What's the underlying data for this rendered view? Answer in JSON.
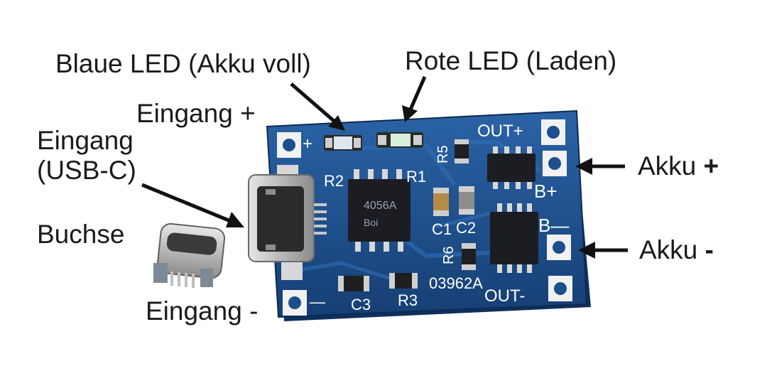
{
  "labels": {
    "blue_led": "Blaue LED (Akku voll)",
    "red_led": "Rote LED (Laden)",
    "input_plus": "Eingang +",
    "input_usb_line1": "Eingang",
    "input_usb_line2": "(USB-C)",
    "socket": "Buchse",
    "input_minus": "Eingang -",
    "akku_plus_text": "Akku",
    "akku_plus_sign": "+",
    "akku_minus_text": "Akku",
    "akku_minus_sign": "-"
  },
  "silkscreen": {
    "out_plus": "OUT+",
    "out_minus": "OUT-",
    "b_plus": "B+",
    "b_minus": "B—",
    "r1": "R1",
    "r2": "R2",
    "r3": "R3",
    "r5": "R5",
    "r6": "R6",
    "c1": "C1",
    "c2": "C2",
    "c3": "C3",
    "board_id": "03962A",
    "in_plus": "+",
    "in_minus": "—"
  },
  "ic": {
    "line1": "4056A",
    "line2": "Boi"
  },
  "colors": {
    "pcb": "#1c4f8c",
    "pcb_dark": "#0f3466",
    "pad": "#f1f1f1",
    "chip": "#1b1d22",
    "text": "#1a1a1a"
  }
}
